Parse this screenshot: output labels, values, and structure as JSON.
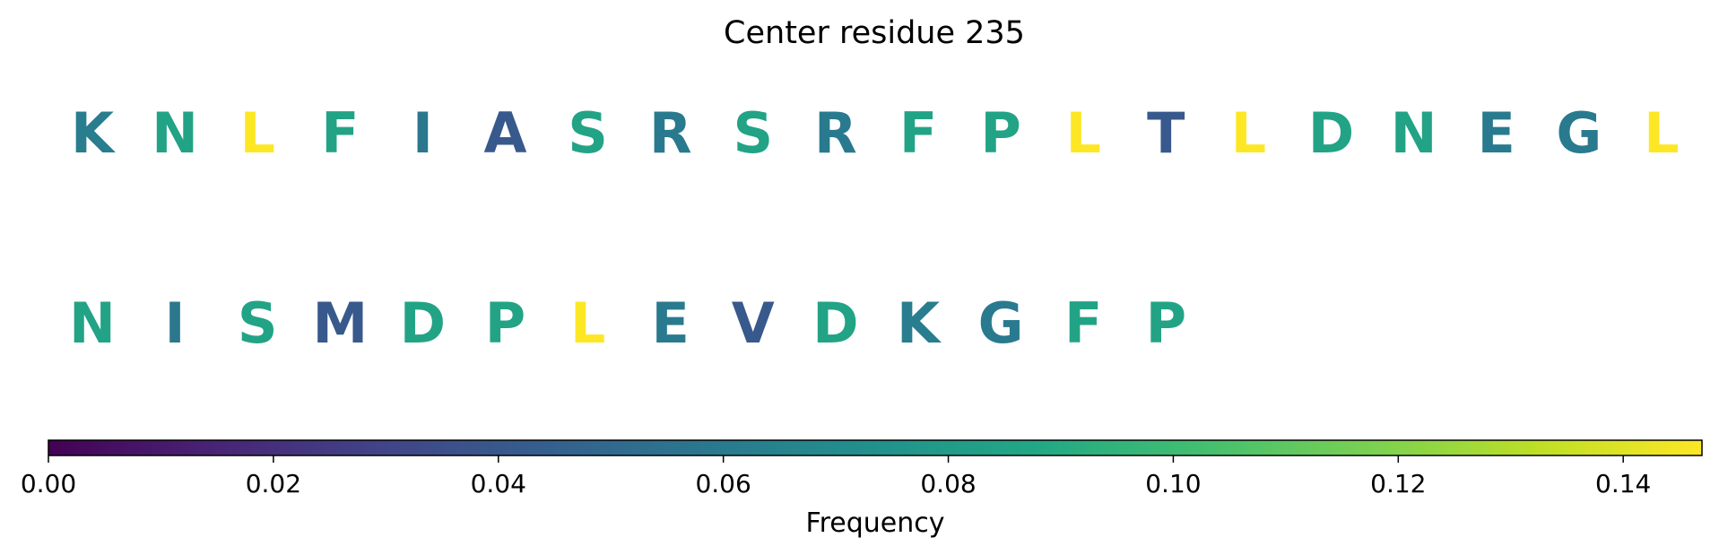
{
  "chart_data": {
    "type": "sequence-logo",
    "title": "Center residue 235",
    "residues": [
      {
        "letter": "K",
        "freq": 0.062
      },
      {
        "letter": "N",
        "freq": 0.085
      },
      {
        "letter": "L",
        "freq": 0.147
      },
      {
        "letter": "F",
        "freq": 0.085
      },
      {
        "letter": "I",
        "freq": 0.058
      },
      {
        "letter": "A",
        "freq": 0.041
      },
      {
        "letter": "S",
        "freq": 0.085
      },
      {
        "letter": "R",
        "freq": 0.06
      },
      {
        "letter": "S",
        "freq": 0.085
      },
      {
        "letter": "R",
        "freq": 0.06
      },
      {
        "letter": "F",
        "freq": 0.085
      },
      {
        "letter": "P",
        "freq": 0.085
      },
      {
        "letter": "L",
        "freq": 0.147
      },
      {
        "letter": "T",
        "freq": 0.041
      },
      {
        "letter": "L",
        "freq": 0.147
      },
      {
        "letter": "D",
        "freq": 0.085
      },
      {
        "letter": "N",
        "freq": 0.085
      },
      {
        "letter": "E",
        "freq": 0.06
      },
      {
        "letter": "G",
        "freq": 0.06
      },
      {
        "letter": "L",
        "freq": 0.147
      },
      {
        "letter": "N",
        "freq": 0.085
      },
      {
        "letter": "I",
        "freq": 0.058
      },
      {
        "letter": "S",
        "freq": 0.085
      },
      {
        "letter": "M",
        "freq": 0.041
      },
      {
        "letter": "D",
        "freq": 0.085
      },
      {
        "letter": "P",
        "freq": 0.085
      },
      {
        "letter": "L",
        "freq": 0.147
      },
      {
        "letter": "E",
        "freq": 0.06
      },
      {
        "letter": "V",
        "freq": 0.041
      },
      {
        "letter": "D",
        "freq": 0.085
      },
      {
        "letter": "K",
        "freq": 0.062
      },
      {
        "letter": "G",
        "freq": 0.06
      },
      {
        "letter": "F",
        "freq": 0.085
      },
      {
        "letter": "P",
        "freq": 0.085
      }
    ],
    "residues_per_row": 20,
    "colorbar": {
      "label": "Frequency",
      "colormap": "viridis",
      "range": [
        0,
        0.147
      ],
      "ticks": [
        0.0,
        0.02,
        0.04,
        0.06,
        0.08,
        0.1,
        0.12,
        0.14
      ],
      "tick_labels": [
        "0.00",
        "0.02",
        "0.04",
        "0.06",
        "0.08",
        "0.10",
        "0.12",
        "0.14"
      ]
    }
  }
}
